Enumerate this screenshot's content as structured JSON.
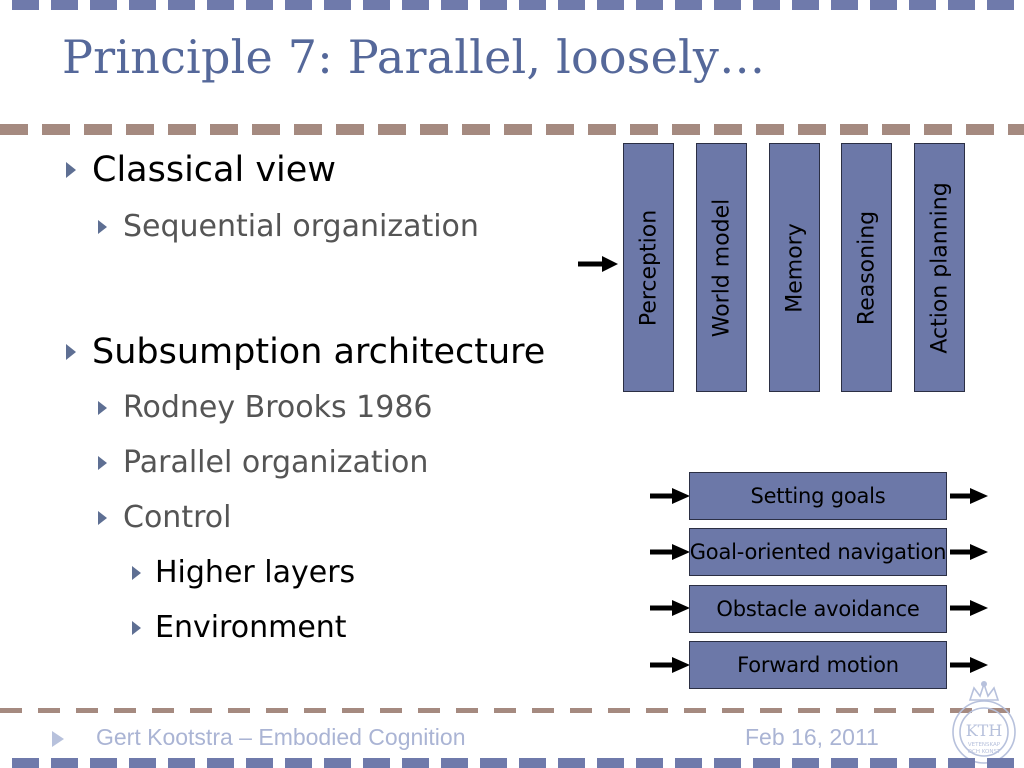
{
  "slide": {
    "title": "Principle 7: Parallel, loosely…",
    "bullets": {
      "classical": "Classical view",
      "sequential": "Sequential organization",
      "subsumption": "Subsumption architecture",
      "brooks": "Rodney Brooks 1986",
      "parallel": "Parallel organization",
      "control": "Control",
      "higher": "Higher layers",
      "environment": "Environment"
    }
  },
  "sequential_diagram": {
    "modules": [
      "Perception",
      "World model",
      "Memory",
      "Reasoning",
      "Action planning"
    ]
  },
  "subsumption_diagram": {
    "layers": [
      "Setting goals",
      "Goal-oriented navigation",
      "Obstacle avoidance",
      "Forward motion"
    ]
  },
  "footer": {
    "author": "Gert Kootstra – Embodied Cognition",
    "date": "Feb 16, 2011",
    "logo_text": "KTH",
    "logo_subtext": [
      "VETENSKAP",
      "OCH KONST"
    ]
  },
  "colors": {
    "title": "#55689a",
    "box_fill": "#6c78a8",
    "dash_blue": "#6f7aab",
    "dash_brown": "#a58a80",
    "footer_text": "#aab4d4"
  }
}
